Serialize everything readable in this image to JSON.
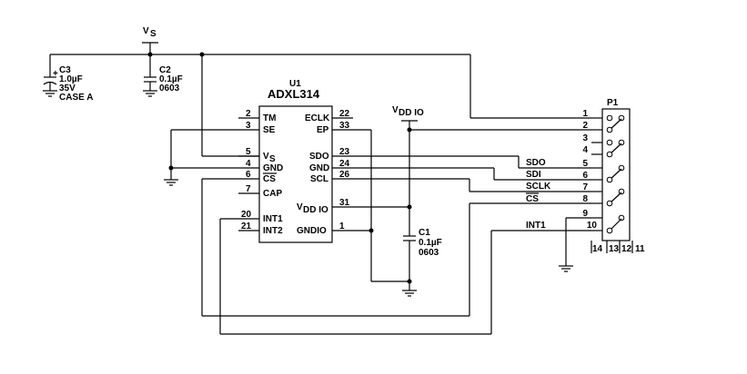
{
  "power": {
    "vs_label": "V",
    "vs_sub": "S",
    "vddio_label": "V",
    "vddio_sub": "DD IO"
  },
  "capacitors": {
    "c3": {
      "ref": "C3",
      "value": "1.0µF",
      "voltage": "35V",
      "case": "CASE A"
    },
    "c2": {
      "ref": "C2",
      "value": "0.1µF",
      "package": "0603"
    },
    "c1": {
      "ref": "C1",
      "value": "0.1µF",
      "package": "0603"
    }
  },
  "u1": {
    "ref": "U1",
    "part": "ADXL314",
    "left_pins": [
      {
        "num": "2",
        "name": "TM"
      },
      {
        "num": "3",
        "name": "SE"
      },
      {
        "num": "5",
        "name": "V",
        "sub": "S"
      },
      {
        "num": "4",
        "name": "GND"
      },
      {
        "num": "6",
        "name": "CS",
        "overline": true
      },
      {
        "num": "7",
        "name": "CAP"
      },
      {
        "num": "20",
        "name": "INT1"
      },
      {
        "num": "21",
        "name": "INT2"
      }
    ],
    "right_pins": [
      {
        "num": "22",
        "name": "ECLK"
      },
      {
        "num": "33",
        "name": "EP"
      },
      {
        "num": "23",
        "name": "SDO"
      },
      {
        "num": "24",
        "name": "GND"
      },
      {
        "num": "26",
        "name": "SCL"
      },
      {
        "num": "31",
        "name": "V",
        "sub": "DD IO"
      },
      {
        "num": "1",
        "name": "GNDIO"
      }
    ]
  },
  "connector": {
    "ref": "P1",
    "pins": [
      "1",
      "2",
      "3",
      "4",
      "5",
      "6",
      "7",
      "8",
      "9",
      "10"
    ],
    "bottom_pins": [
      "14",
      "13",
      "12",
      "11"
    ],
    "signals": [
      "SDO",
      "SDI",
      "SCLK",
      "CS",
      "INT1"
    ]
  }
}
